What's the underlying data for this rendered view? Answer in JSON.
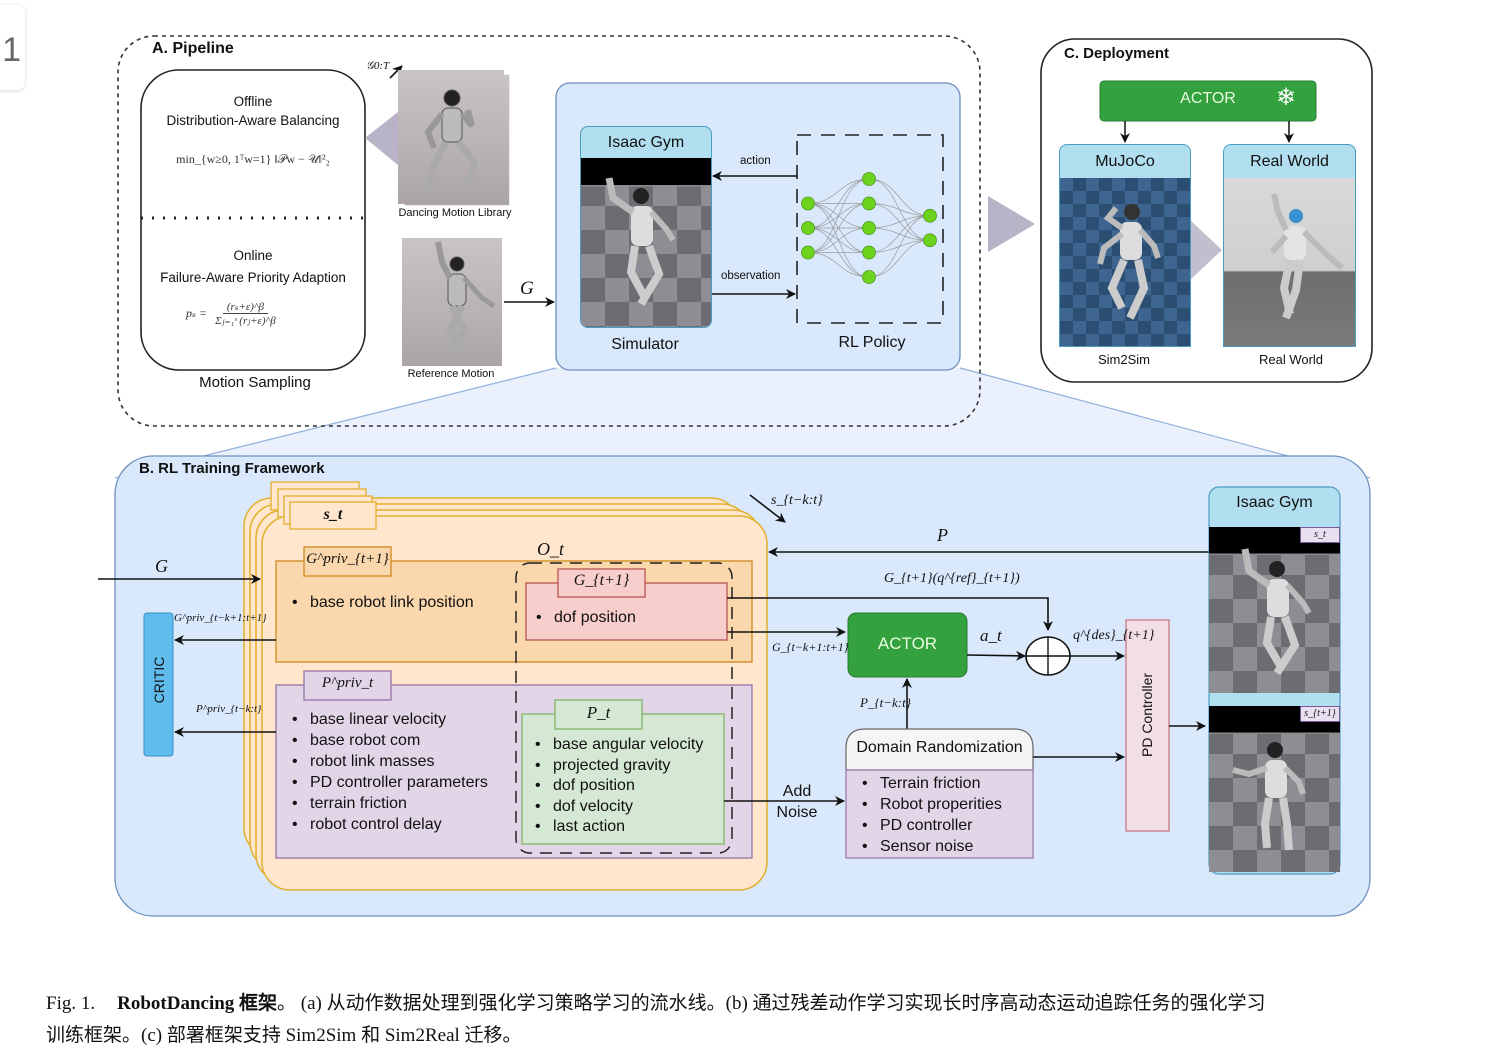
{
  "corner_widget": {
    "glyph": "1"
  },
  "pipeline": {
    "title": "A. Pipeline",
    "motion_sampling": {
      "offline_title": "Offline",
      "offline_subtitle": "Distribution-Aware Balancing",
      "offline_formula": "min_{w≥0, 1ᵀw=1} ‖𝒫w − 𝒰‖²₂",
      "online_title": "Online",
      "online_subtitle": "Failure-Aware Priority Adaption",
      "online_formula_lhs": "pₛ =",
      "online_formula_num": "(rₛ+ε)^β",
      "online_formula_den": "Σⱼ₌₁ˢ (rⱼ+ε)^β",
      "caption": "Motion Sampling"
    },
    "motion_library": {
      "caption": "Dancing Motion Library",
      "arrow_label": "𝒢0:T"
    },
    "reference_motion": {
      "caption": "Reference Motion",
      "arrow_label": "G"
    },
    "simulator": {
      "header": "Isaac Gym",
      "caption": "Simulator"
    },
    "policy": {
      "caption": "RL Policy",
      "action_label": "action",
      "observation_label": "observation",
      "layers": [
        3,
        5,
        2
      ]
    }
  },
  "deployment": {
    "title": "C. Deployment",
    "actor_label": "ACTOR",
    "frozen_icon": "snowflake-icon",
    "sim_panel": {
      "header": "MuJoCo",
      "caption": "Sim2Sim"
    },
    "real_panel": {
      "header": "Real World",
      "caption": "Real World"
    }
  },
  "training": {
    "title": "B. RL Training Framework",
    "state_tab": "s_t",
    "history_label": "s_{t−k:t}",
    "input_label": "G",
    "critic_label": "CRITIC",
    "g_priv": {
      "tab": "G^priv_{t+1}",
      "items": [
        "base robot link position"
      ],
      "to_critic": "G^priv_{t−k+1:t+1}"
    },
    "obs_label": "O_t",
    "g_obs": {
      "tab": "G_{t+1}",
      "items": [
        "dof position"
      ]
    },
    "p_priv": {
      "tab": "P^priv_t",
      "to_critic": "P^priv_{t−k:t}",
      "items": [
        "base linear velocity",
        "base robot com",
        "robot link masses",
        "PD controller parameters",
        "terrain friction",
        "robot control delay"
      ]
    },
    "p_obs": {
      "tab": "P_t",
      "items": [
        "base angular velocity",
        "projected gravity",
        "dof position",
        "dof velocity",
        "last action"
      ]
    },
    "feedback_label": "P",
    "ref_label": "G_{t+1}(q^{ref}_{t+1})",
    "actor_in_label": "G_{t−k+1:t+1}",
    "actor_label": "ACTOR",
    "action_label": "a_t",
    "sum_out_label": "q^{des}_{t+1}",
    "prop_label": "P_{t−k:t}",
    "noise_label_1": "Add",
    "noise_label_2": "Noise",
    "domain_rand": {
      "title": "Domain Randomization",
      "items": [
        "Terrain friction",
        "Robot properities",
        "PD controller",
        "Sensor noise"
      ]
    },
    "pd_label": "PD Controller",
    "gym_panel": {
      "header": "Isaac Gym",
      "frame1_tag": "s_t",
      "frame2_tag": "s_{t+1}"
    }
  },
  "caption": {
    "fig_label": "Fig. 1.",
    "bold_title": "RobotDancing 框架",
    "line1_rest": "。 (a) 从动作数据处理到强化学习策略学习的流水线。(b) 通过残差动作学习实现长时序高动态运动追踪任务的强化学习",
    "line2": "训练框架。(c) 部署框架支持 Sim2Sim 和 Sim2Real 迁移。"
  },
  "colors": {
    "panel_blue": "#dae8fc",
    "panel_blue_border": "#6c8ebf",
    "header_cyan": "#b1dff0",
    "actor_green": "#33a13d",
    "node_green": "#6cd41c",
    "state_orange": "#ffe6cc",
    "state_border": "#d6b656",
    "gpriv_fill": "#fad7ac",
    "gpriv_border": "#d79b00",
    "g_red_fill": "#f8cecc",
    "g_red_border": "#b85450",
    "purple_fill": "#e1d5e7",
    "purple_border": "#9673a6",
    "green_fill": "#d5e8d4",
    "green_border": "#82b366",
    "critic_blue": "#5fbcec",
    "pd_fill": "#f1dfe5",
    "arrow_grey": "#b8b3c6"
  }
}
